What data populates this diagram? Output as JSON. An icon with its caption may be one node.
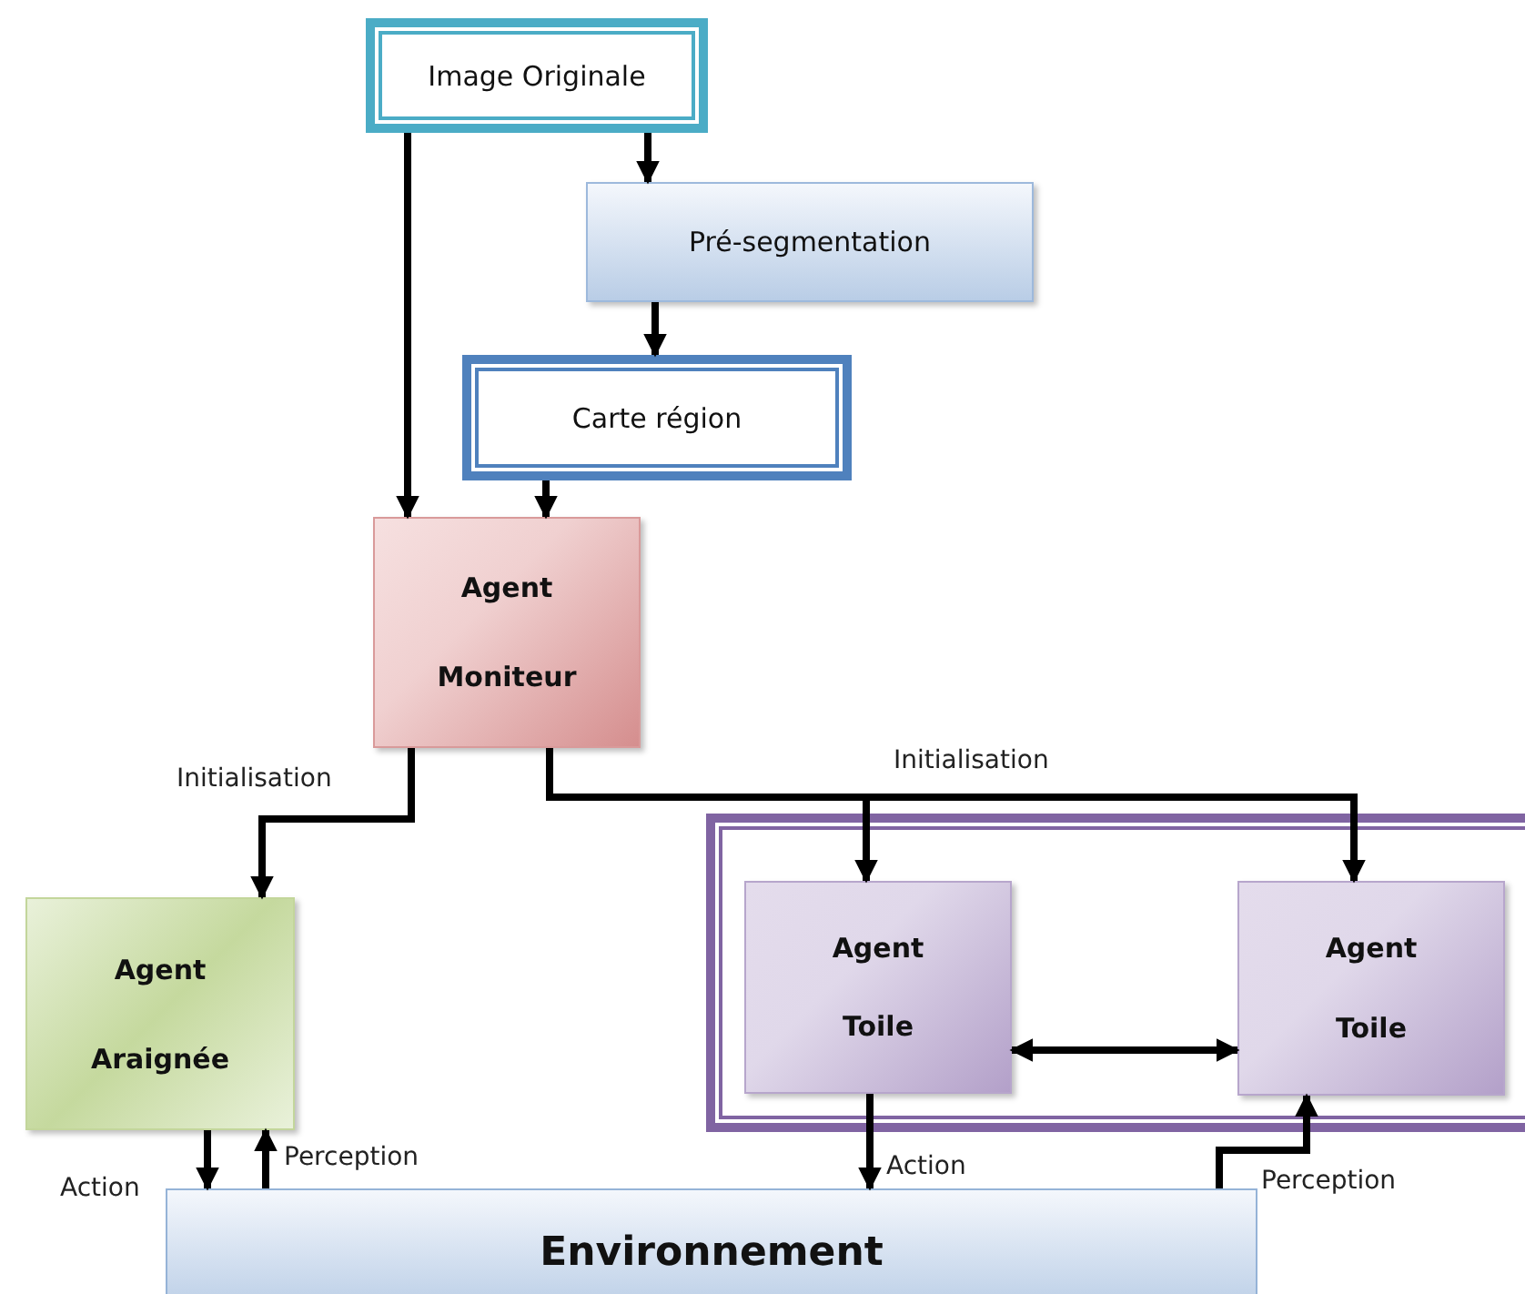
{
  "diagram": {
    "nodes": [
      {
        "text": [
          "Image Originale"
        ]
      },
      {
        "text": [
          "Pré-segmentation"
        ]
      },
      {
        "text": [
          "Carte région"
        ]
      },
      {
        "text": [
          "Agent",
          "Moniteur"
        ]
      },
      {
        "text": [
          "Agent",
          "Araignée"
        ]
      },
      {
        "text": [],
        "shape": "box"
      },
      {
        "text": [
          "Agent",
          "Toile"
        ],
        "in": 5
      },
      {
        "text": [
          "Agent",
          "Toile"
        ],
        "in": 5
      },
      {
        "text": [
          "Environnement"
        ]
      }
    ],
    "edges": [
      {
        "from": 0,
        "to": 3,
        "arrow": "to"
      },
      {
        "from": 0,
        "to": 1,
        "arrow": "to"
      },
      {
        "from": 1,
        "to": 2,
        "arrow": "to"
      },
      {
        "from": 2,
        "to": 3,
        "arrow": "to"
      },
      {
        "from": 3,
        "to": 4,
        "arrow": "to",
        "label": "Initialisation"
      },
      {
        "from": 3,
        "to": 6,
        "arrow": "to",
        "label": "Initialisation"
      },
      {
        "from": 3,
        "to": 7,
        "arrow": "to"
      },
      {
        "from": 4,
        "to": 8,
        "arrow": "to",
        "label": "Action"
      },
      {
        "from": 8,
        "to": 4,
        "arrow": "to",
        "label": "Perception"
      },
      {
        "from": 6,
        "to": 8,
        "arrow": "to",
        "label": "Action"
      },
      {
        "from": 8,
        "to": 7,
        "arrow": "to",
        "label": "Perception"
      },
      {
        "from": 6,
        "to": 7,
        "arrow": "both"
      }
    ]
  }
}
